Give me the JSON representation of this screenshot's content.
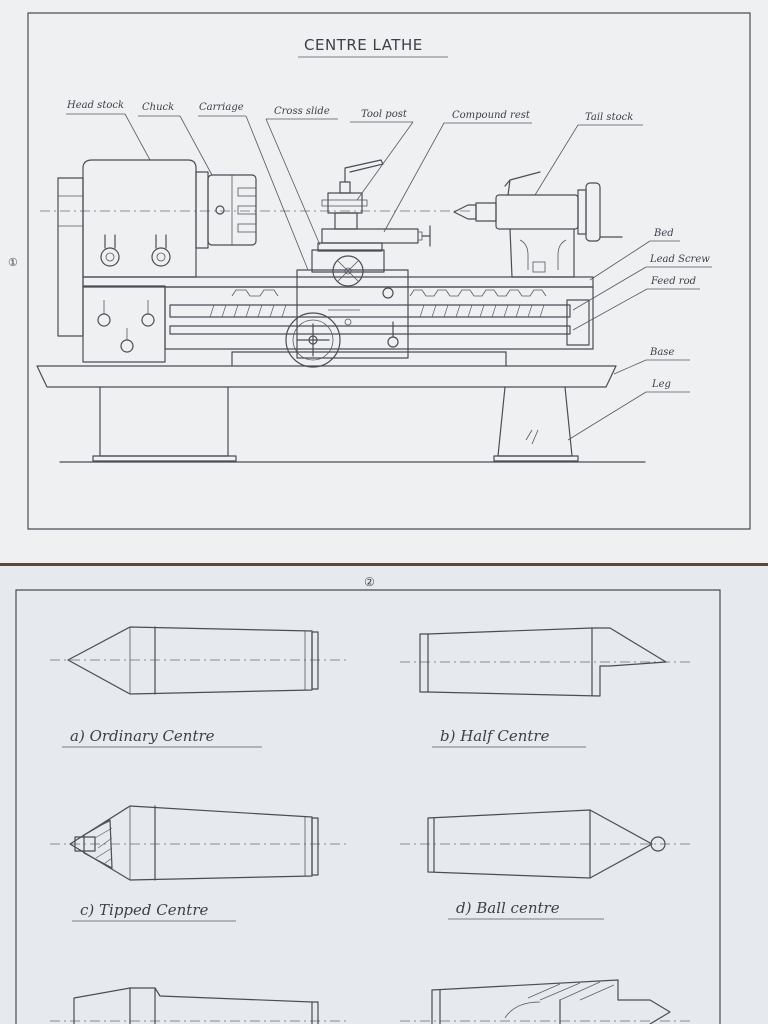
{
  "sheet1": {
    "page_mark": "①",
    "title": "CENTRE LATHE",
    "labels": {
      "head_stock": "Head stock",
      "chuck": "Chuck",
      "carriage": "Carriage",
      "cross_slide": "Cross slide",
      "tool_post": "Tool post",
      "compound_rest": "Compound rest",
      "tail_stock": "Tail stock",
      "bed": "Bed",
      "lead_screw": "Lead Screw",
      "feed_rod": "Feed rod",
      "base": "Base",
      "leg": "Leg"
    }
  },
  "sheet2": {
    "page_mark": "②",
    "captions": {
      "a": "a) Ordinary Centre",
      "b": "b) Half Centre",
      "c": "c) Tipped Centre",
      "d": "d) Ball centre"
    }
  },
  "colors": {
    "paper": "#eef0f2",
    "pencil": "#4a4d55",
    "background": "#5a4a38"
  }
}
